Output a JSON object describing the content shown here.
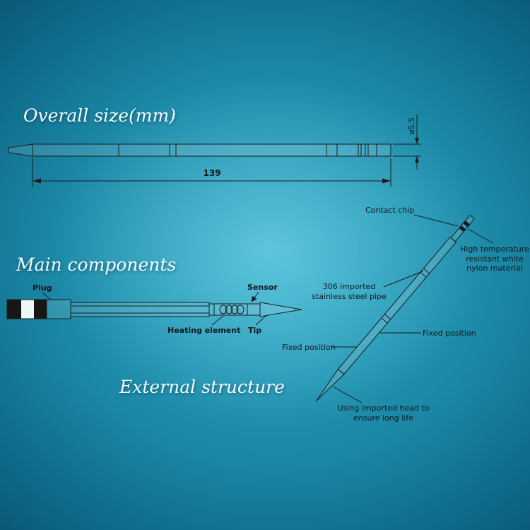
{
  "colors": {
    "background_center": "#49bcd6",
    "background_edge": "#063F56",
    "line_color": "#1b1b1b",
    "title_color": "#f5fbfd"
  },
  "overall_size": {
    "title": "Overall size(mm)",
    "length_value": "139",
    "diameter_value": "ø5.5"
  },
  "main_components": {
    "title": "Main components",
    "plug_label": "Plug",
    "sensor_label": "Sensor",
    "heating_element_label": "Heating element",
    "tip_label": "Tip"
  },
  "external_structure": {
    "title": "External structure",
    "contact_chip_label": "Contact chip",
    "nylon_label": "High temperature resistant white nylon material",
    "steel_pipe_label": "306 imported stainless steel pipe",
    "fixed_position_right_label": "Fixed position",
    "fixed_position_left_label": "Fixed position",
    "head_label": "Using imported head to ensure long life"
  }
}
